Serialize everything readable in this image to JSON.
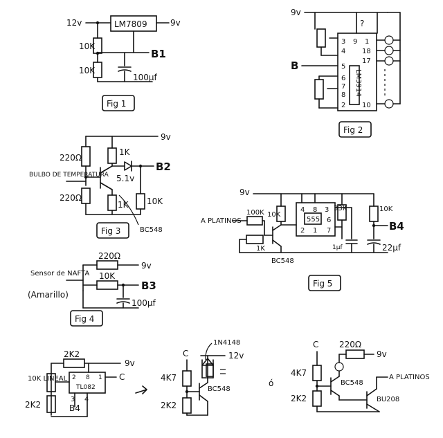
{
  "fig1": {
    "in_v": "12v",
    "out_v": "9v",
    "reg": "LM7809",
    "r_top": "10K",
    "r_bot": "10K",
    "cap": "100µf",
    "node": "B1",
    "caption": "Fig 1"
  },
  "fig2": {
    "supply": "9v",
    "q": "?",
    "node": "B",
    "chip": "LM3914",
    "pins": {
      "p3": "3",
      "p9": "9",
      "p4": "4",
      "p1": "1",
      "p18": "18",
      "p17": "17",
      "p5": "5",
      "p6": "6",
      "p7": "7",
      "p8": "8",
      "p2": "2",
      "p10": "10"
    },
    "caption": "Fig 2"
  },
  "fig3": {
    "supply": "9v",
    "r1": "220Ω",
    "r2": "220Ω",
    "r3": "1K",
    "zener": "5.1v",
    "pot": "1K",
    "r_out": "10K",
    "node": "B2",
    "sensor": "BULBO DE TEMPERATURA",
    "transistor": "BC548",
    "caption": "Fig 3"
  },
  "fig4": {
    "sensor": "Sensor de NAFTA",
    "sensor_sub": "(Amarillo)",
    "r1": "220Ω",
    "r2": "10K",
    "supply": "9v",
    "node": "B3",
    "cap": "100µf",
    "caption": "Fig 4"
  },
  "fig5": {
    "supply": "9v",
    "platinos": "A PLATINOS",
    "r_in": "100K",
    "r2": "10K",
    "pot": "1K",
    "transistor": "BC548",
    "chip": "555",
    "pins": {
      "p4": "4",
      "p8": "8",
      "p3": "3",
      "p2": "2",
      "p1": "1",
      "p6": "6",
      "p7": "7"
    },
    "r3": "33K",
    "cap1": "1µf",
    "r4": "10K",
    "cap2": "22µf",
    "node": "B4",
    "caption": "Fig 5"
  },
  "fig6": {
    "r_top": "2K2",
    "supply": "9v",
    "pot": "10K LINEAL",
    "r_bot": "2K2",
    "chip": "TL082",
    "node_c": "C",
    "node_b4": "B4",
    "pins": {
      "p2": "2",
      "p8": "8",
      "p1": "1",
      "p3": "3",
      "p4": "4"
    }
  },
  "fig7": {
    "node_c": "C",
    "diode": "1N4148",
    "v": "12v",
    "r1": "4K7",
    "r2": "2K2",
    "transistor": "BC548"
  },
  "fig8": {
    "alt": "ó",
    "node_c": "C",
    "r_led": "220Ω",
    "supply": "9v",
    "r1": "4K7",
    "r2": "2K2",
    "t1": "BC548",
    "t2": "BU208",
    "platinos": "A PLATINOS"
  }
}
